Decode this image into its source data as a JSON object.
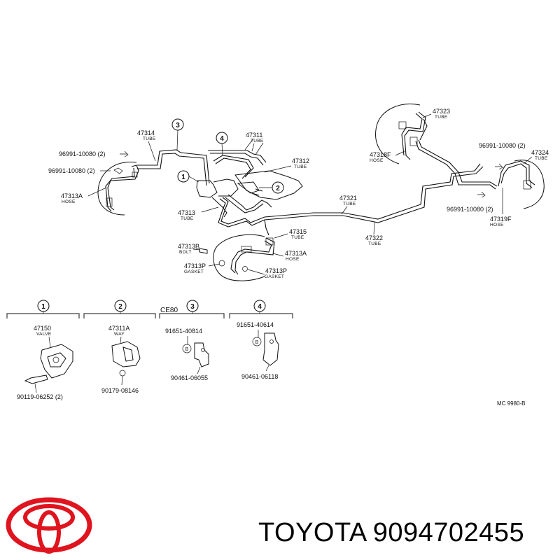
{
  "callouts": {
    "c1": "1",
    "c2": "2",
    "c3": "3",
    "c4": "4"
  },
  "parts": {
    "p47314": "47314",
    "p47314_sub": "TUBE",
    "p47311": "47311",
    "p47311_sub": "TUBE",
    "p47312": "47312",
    "p47312_sub": "TUBE",
    "p47313": "47313",
    "p47313_sub": "TUBE",
    "p96991_a": "96991-10080 (2)",
    "p96991_b": "96991-10080 (2)",
    "p47313A_left": "47313A",
    "p47313A_left_sub": "HOSE",
    "p47313B": "47313B",
    "p47313B_sub": "BOLT",
    "p47313P_a": "47313P",
    "p47313P_a_sub": "GASKET",
    "p47315": "47315",
    "p47315_sub": "TUBE",
    "p47313A_mid": "47313A",
    "p47313A_mid_sub": "HOSE",
    "p47313P_b": "47313P",
    "p47313P_b_sub": "GASKET",
    "p47321": "47321",
    "p47321_sub": "TUBE",
    "p47322": "47322",
    "p47322_sub": "TUBE",
    "p47323": "47323",
    "p47323_sub": "TUBE",
    "p47318F": "47318F",
    "p47318F_sub": "HOSE",
    "p96991_c": "96991-10080 (2)",
    "p47324": "47324",
    "p47324_sub": "TUBE",
    "p96991_d": "96991-10080 (2)",
    "p47319F": "47319F",
    "p47319F_sub": "HOSE"
  },
  "detail": {
    "ce80": "CE80",
    "d1_part": "47150",
    "d1_sub": "VALVE",
    "d1_bolt": "90119-06252 (2)",
    "d2_part": "47311A",
    "d2_sub": "WAY",
    "d2_bolt": "90179-08146",
    "d3_part": "91651-40814",
    "d3_b": "B",
    "d3_clip": "90461-06055",
    "d4_part": "91651-40614",
    "d4_b": "B",
    "d4_clip": "90461-06118"
  },
  "ref_code": "MC  9980-B",
  "brand": "TOYOTA",
  "part_number": "9094702455",
  "colors": {
    "logo": "#e0141e",
    "ink": "#111111"
  }
}
